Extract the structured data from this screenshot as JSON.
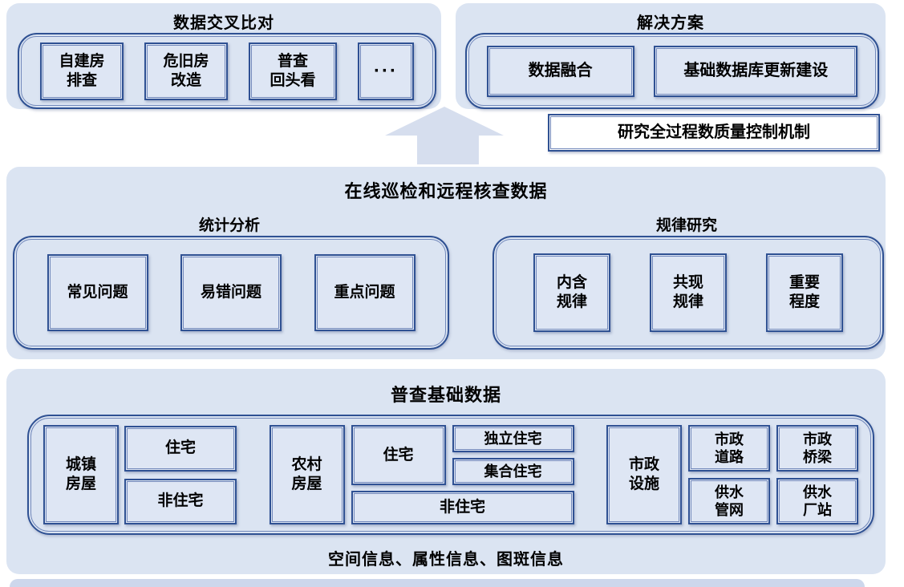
{
  "colors": {
    "panel_fill": "#dbe4f2",
    "box_fill": "#dee6f4",
    "border_dark": "#2f5193",
    "border_light": "#7389bb",
    "arrow_fill": "#d6deee",
    "note_fill": "#ffffff",
    "strip_fill": "#cdd7ec",
    "text": "#000000"
  },
  "top_left_panel": {
    "title": "数据交叉比对",
    "boxes": [
      "自建房\n排查",
      "危旧房\n改造",
      "普查\n回头看",
      "···"
    ]
  },
  "top_right_panel": {
    "title": "解决方案",
    "boxes": [
      "数据融合",
      "基础数据库更新建设"
    ],
    "note": "研究全过程数质量控制机制"
  },
  "middle_panel": {
    "title": "在线巡检和远程核查数据",
    "left_group": {
      "label": "统计分析",
      "boxes": [
        "常见问题",
        "易错问题",
        "重点问题"
      ]
    },
    "right_group": {
      "label": "规律研究",
      "boxes": [
        "内含\n规律",
        "共现\n规律",
        "重要\n程度"
      ]
    }
  },
  "bottom_panel": {
    "title": "普查基础数据",
    "urban": {
      "category": "城镇\n房屋",
      "residential": "住宅",
      "non_residential": "非住宅"
    },
    "rural": {
      "category": "农村\n房屋",
      "residential": "住宅",
      "detached": "独立住宅",
      "collective": "集合住宅",
      "non_residential": "非住宅"
    },
    "municipal": {
      "category": "市政\n设施",
      "boxes": [
        "市政\n道路",
        "市政\n桥梁",
        "供水\n管网",
        "供水\n厂站"
      ]
    },
    "caption": "空间信息、属性信息、图斑信息"
  }
}
